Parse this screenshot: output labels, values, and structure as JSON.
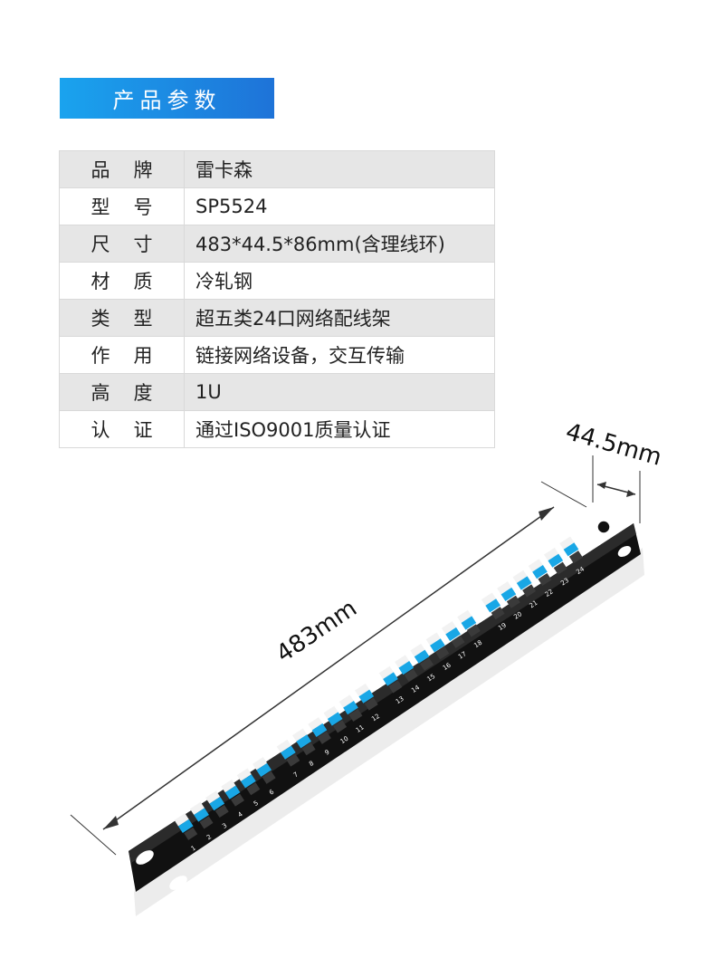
{
  "section_title": "产品参数",
  "specs": [
    {
      "key": "品牌",
      "value": "雷卡森"
    },
    {
      "key": "型号",
      "value": "SP5524"
    },
    {
      "key": "尺寸",
      "value": "483*44.5*86mm(含理线环)"
    },
    {
      "key": "材质",
      "value": "冷轧钢"
    },
    {
      "key": "类型",
      "value": "超五类24口网络配线架"
    },
    {
      "key": "作用",
      "value": "链接网络设备，交互传输"
    },
    {
      "key": "高度",
      "value": "1U"
    },
    {
      "key": "认证",
      "value": "通过ISO9001质量认证"
    }
  ],
  "dimensions": {
    "width_label": "483mm",
    "height_label": "44.5mm"
  },
  "colors": {
    "banner_start": "#1aa3ee",
    "banner_end": "#1e73d8",
    "port_blue": "#19a7e6",
    "panel_black": "#121212"
  }
}
